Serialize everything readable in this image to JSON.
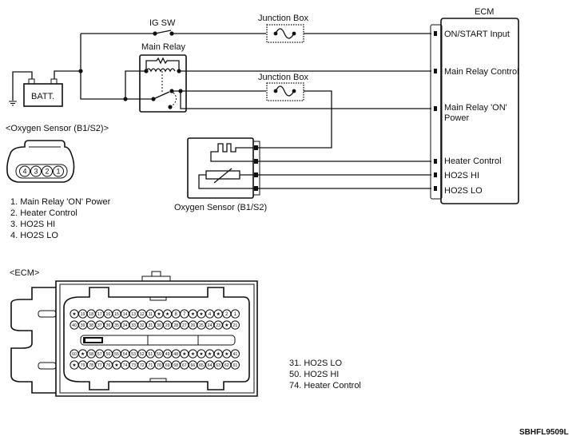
{
  "diagram": {
    "ig_switch_label": "IG SW",
    "main_relay_label": "Main Relay",
    "junction_box_1_label": "Junction Box",
    "junction_box_2_label": "Junction Box",
    "battery_label": "BATT.",
    "ecm_title": "ECM",
    "ecm_pins": [
      {
        "label": "ON/START Input"
      },
      {
        "label": "Main Relay Control"
      },
      {
        "label_line1": "Main Relay 'ON'",
        "label_line2": "Power"
      },
      {
        "label": "Heater Control"
      },
      {
        "label": "HO2S  HI"
      },
      {
        "label": "HO2S  LO"
      }
    ],
    "oxygen_sensor_label": "Oxygen Sensor (B1/S2)"
  },
  "oxygen_connector": {
    "title": "<Oxygen Sensor (B1/S2)>",
    "pins_display": [
      "4",
      "3",
      "2",
      "1"
    ],
    "pin_legend": [
      "1. Main Relay 'ON' Power",
      "2. Heater Control",
      "3. HO2S  HI",
      "4. HO2S  LO"
    ]
  },
  "ecm_connector": {
    "title": "<ECM>",
    "rows": [
      [
        "*",
        "19",
        "18",
        "17",
        "16",
        "15",
        "14",
        "13",
        "12",
        "11",
        "*",
        "*",
        "8",
        "7",
        "*",
        "*",
        "4",
        "*",
        "2",
        "1"
      ],
      [
        "40",
        "39",
        "38",
        "37",
        "36",
        "35",
        "34",
        "33",
        "32",
        "31",
        "30",
        "29",
        "28",
        "27",
        "26",
        "25",
        "24",
        "23",
        "*",
        "21"
      ],
      [
        "60",
        "*",
        "58",
        "57",
        "56",
        "55",
        "54",
        "53",
        "52",
        "51",
        "50",
        "49",
        "48",
        "*",
        "*",
        "*",
        "*",
        "*",
        "*",
        "41"
      ],
      [
        "*",
        "79",
        "78",
        "77",
        "76",
        "*",
        "74",
        "73",
        "72",
        "71",
        "70",
        "69",
        "68",
        "67",
        "66",
        "65",
        "64",
        "63",
        "62",
        "61"
      ]
    ],
    "pin_legend": [
      "31. HO2S  LO",
      "50. HO2S  HI",
      "74. Heater Control"
    ]
  },
  "figure_code": "SBHFL9509L"
}
